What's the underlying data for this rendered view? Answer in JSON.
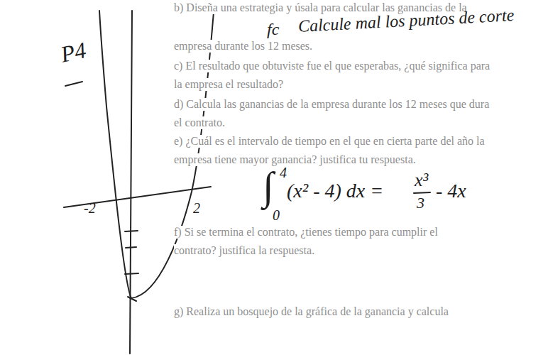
{
  "diagram": {
    "labels": [
      "b) Diseña una estrategia y úsala para calcular las ganancias de la",
      "empresa durante los 12 meses.",
      "c) El resultado que obtuviste fue el que esperabas, ¿qué significa para",
      "la empresa el resultado?",
      "d) Calcula las ganancias de la empresa durante los 12 meses que dura",
      "el contrato.",
      "e) ¿Cuál es el intervalo de tiempo en el que en cierta parte del año la",
      "empresa tiene mayor ganancia? justifica tu respuesta.",
      "f) Si se termina el contrato, ¿tienes tiempo para cumplir el",
      "contrato? justifica la respuesta.",
      "g) Realiza un bosquejo de la gráfica de la ganancia y calcula",
      "P4",
      "fc",
      "Calcule mal los puntos de corte",
      "-2",
      "2",
      "∫",
      "4",
      "0",
      "(x² - 4) dx =",
      "x³",
      "3",
      "- 4x"
    ]
  }
}
